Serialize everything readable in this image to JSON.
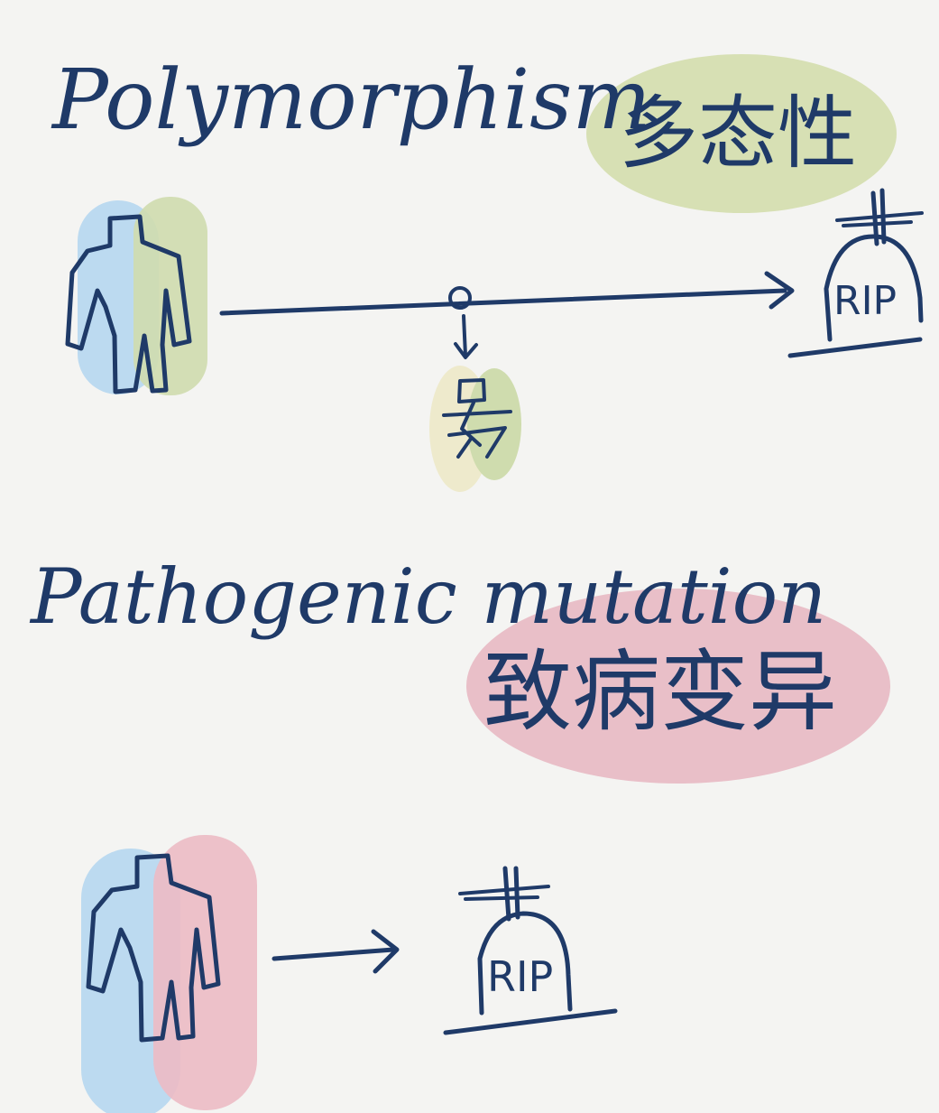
{
  "sections": [
    {
      "title": "Polymorphism",
      "chinese_label": "多态性",
      "label_highlight_color": "#d5deb0"
    },
    {
      "title": "Pathogenic mutation",
      "chinese_label": "致病变异",
      "label_highlight_color": "#e8bcc5"
    }
  ],
  "tombstone_text": "RIP",
  "colors": {
    "ink": "#1f3a68",
    "blue_highlight": "#bcdaf0",
    "green_highlight": "#cfdcae",
    "yellow_highlight": "#eeeacc",
    "pink_highlight": "#ecbcc6",
    "background": "#f4f4f2"
  },
  "icons": [
    "person-figure",
    "tombstone",
    "arrow",
    "child-figure"
  ]
}
